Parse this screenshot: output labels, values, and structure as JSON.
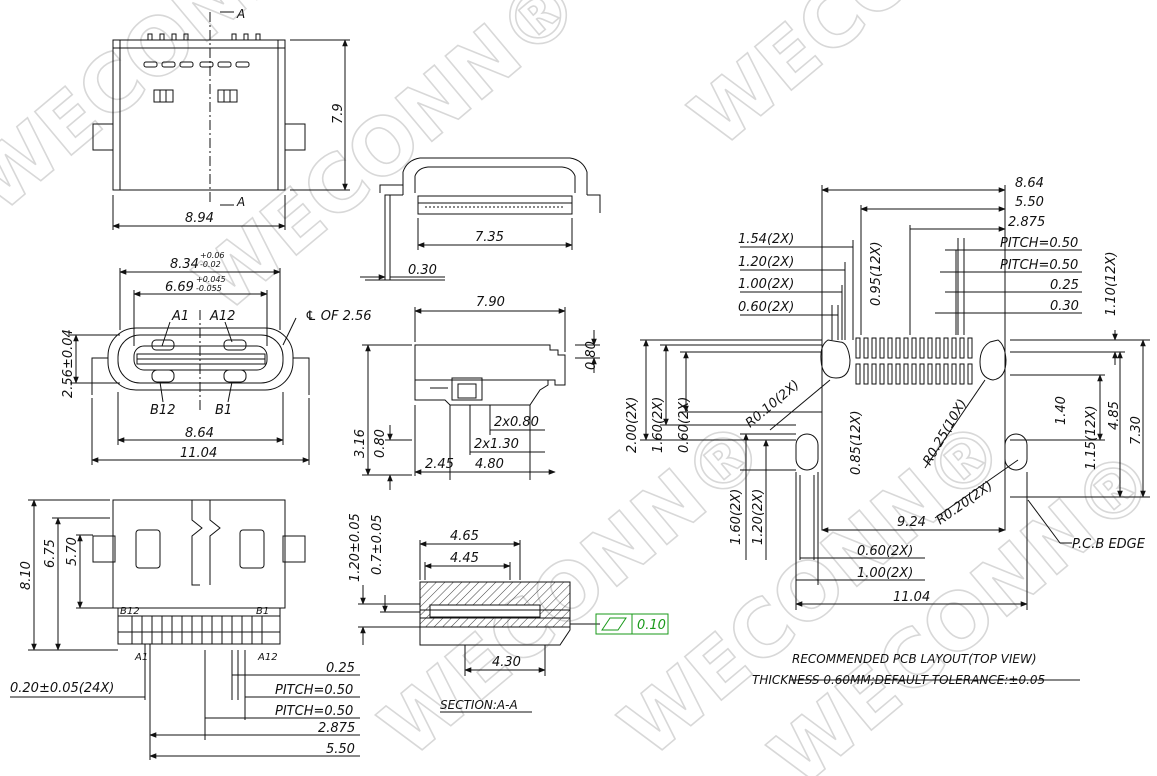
{
  "watermark": {
    "text": "WECONN®"
  },
  "section_marker": {
    "letter": "A"
  },
  "front_view": {
    "height": "7.9",
    "width": "8.94"
  },
  "top_view": {
    "width": "7.35",
    "lead": "0.30"
  },
  "opening_view": {
    "outer_width": "8.34",
    "outer_tol_plus": "+0.06",
    "outer_tol_minus": "-0.02",
    "inner_width": "6.69",
    "inner_tol_plus": "+0.045",
    "inner_tol_minus": "-0.055",
    "pin_a1": "A1",
    "pin_a12": "A12",
    "pin_b12": "B12",
    "pin_b1": "B1",
    "centerline_note": "℄ OF 2.56",
    "height": "2.56±0.04",
    "width_864": "8.64",
    "width_1104": "11.04"
  },
  "side_view": {
    "length": "7.90",
    "tab": "0.80",
    "height": "3.16",
    "h080": "0.80",
    "slot1": "2x0.80",
    "slot2": "2x1.30",
    "d245": "2.45",
    "d480": "4.80"
  },
  "bottom_view": {
    "d810": "8.10",
    "d675": "6.75",
    "d570": "5.70",
    "pin_b12": "B12",
    "pin_b1": "B1",
    "pin_a1": "A1",
    "pin_a12": "A12",
    "d025": "0.25",
    "pitch1": "PITCH=0.50",
    "pitch2": "PITCH=0.50",
    "d2875": "2.875",
    "d550": "5.50",
    "pin_width": "0.20±0.05(24X)"
  },
  "section_view": {
    "d465": "4.65",
    "d445": "4.45",
    "h120": "1.20±0.05",
    "h07": "0.7±0.05",
    "d430": "4.30",
    "flatness_value": "0.10",
    "title": "SECTION:A-A"
  },
  "pcb_layout": {
    "d864": "8.64",
    "d550": "5.50",
    "d2875": "2.875",
    "pitch1": "PITCH=0.50",
    "pitch2": "PITCH=0.50",
    "d025": "0.25",
    "d030": "0.30",
    "d154": "1.54(2X)",
    "d120": "1.20(2X)",
    "d100": "1.00(2X)",
    "d060": "0.60(2X)",
    "d095": "0.95(12X)",
    "d110": "1.10(12X)",
    "d200": "2.00(2X)",
    "d160": "1.60(2X)",
    "d0602": "0.60(2X)",
    "r010": "R0.10(2X)",
    "d085": "0.85(12X)",
    "r025": "R0.25(10X)",
    "d140": "1.40",
    "d485": "4.85",
    "d730": "7.30",
    "d115": "1.15(12X)",
    "r020": "R0.20(2X)",
    "d924": "9.24",
    "pcb_edge": "P.C.B EDGE",
    "slot_160": "1.60(2X)",
    "slot_120": "1.20(2X)",
    "slot_060": "0.60(2X)",
    "slot_100": "1.00(2X)",
    "d1104": "11.04",
    "title": "RECOMMENDED PCB LAYOUT(TOP VIEW)",
    "note": "THICKNESS 0.60MM;DEFAULT TOLERANCE:±0.05"
  }
}
